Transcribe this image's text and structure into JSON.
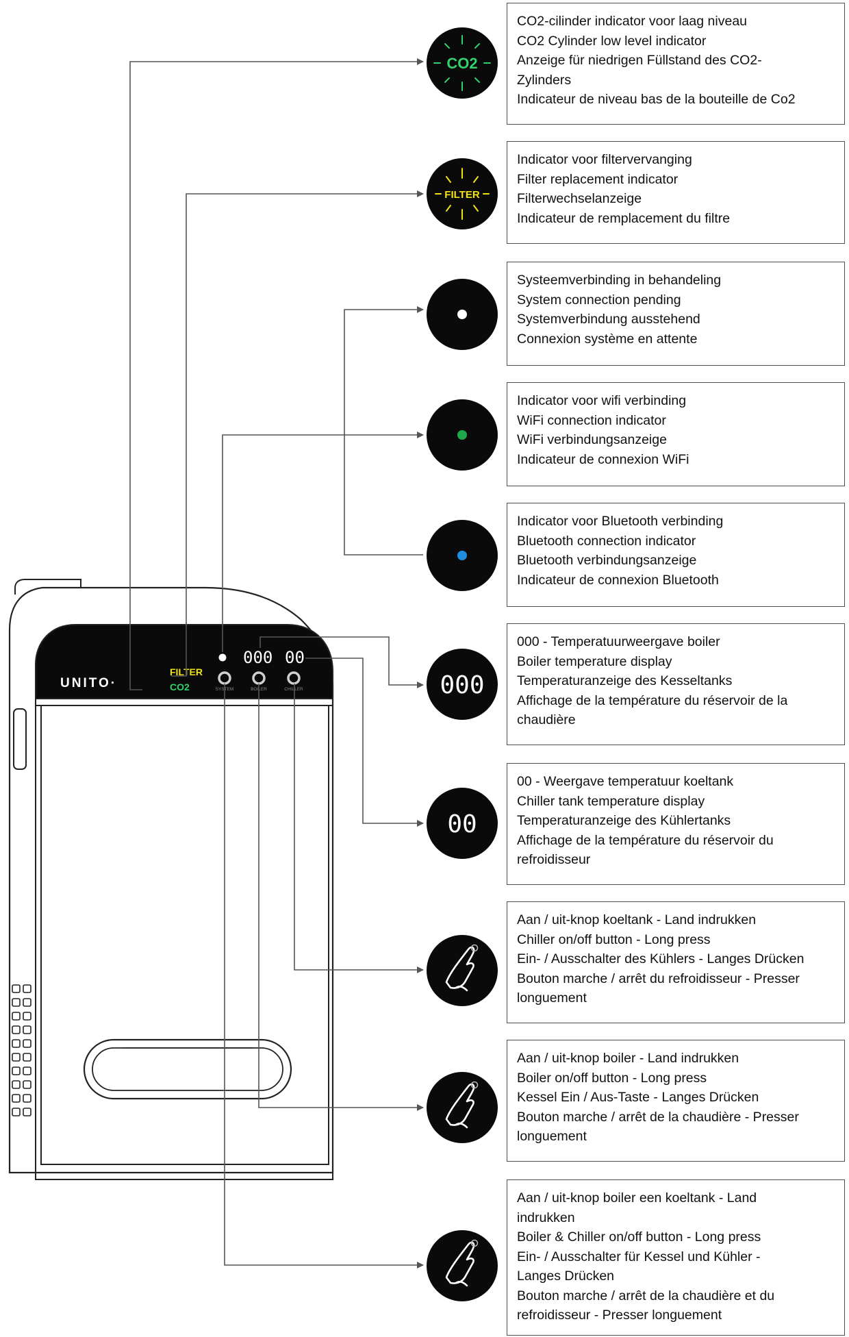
{
  "device": {
    "brand": "UNITO·",
    "status_labels": {
      "filter": "FILTER",
      "co2": "CO2"
    },
    "display": {
      "boiler": "000",
      "chiller": "00"
    },
    "buttons": [
      {
        "label": "SYSTEM"
      },
      {
        "label": "BOILER"
      },
      {
        "label": "CHILLER"
      }
    ]
  },
  "icons": {
    "co2_label": "CO2",
    "filter_label": "FILTER",
    "boiler_display": "000",
    "chiller_display": "00"
  },
  "colors": {
    "co2_green": "#33d16b",
    "filter_yellow": "#f1e40f",
    "wifi_green": "#1fa84a",
    "bluetooth_blue": "#1e8fe0",
    "system_white": "#ffffff",
    "panel_black": "#0a0a0a"
  },
  "callouts": [
    {
      "icon": "co2-low-level-icon",
      "lines": [
        "CO2-cilinder indicator voor laag niveau",
        "CO2 Cylinder low level indicator",
        "Anzeige für niedrigen Füllstand des CO2-",
        "Zylinders",
        "Indicateur de niveau bas de la bouteille de Co2"
      ]
    },
    {
      "icon": "filter-replacement-icon",
      "lines": [
        "Indicator voor filtervervanging",
        "Filter replacement indicator",
        "Filterwechselanzeige",
        "Indicateur de remplacement du filtre"
      ]
    },
    {
      "icon": "system-connection-icon",
      "lines": [
        "Systeemverbinding in behandeling",
        "System connection pending",
        "Systemverbindung ausstehend",
        "Connexion système en attente"
      ]
    },
    {
      "icon": "wifi-indicator-icon",
      "lines": [
        "Indicator voor wifi verbinding",
        "WiFi connection indicator",
        "WiFi verbindungsanzeige",
        "Indicateur de connexion WiFi"
      ]
    },
    {
      "icon": "bluetooth-indicator-icon",
      "lines": [
        "Indicator voor Bluetooth verbinding",
        "Bluetooth connection indicator",
        "Bluetooth verbindungsanzeige",
        "Indicateur de connexion Bluetooth"
      ]
    },
    {
      "icon": "boiler-display-icon",
      "lines": [
        "000 - Temperatuurweergave boiler",
        "Boiler temperature display",
        "Temperaturanzeige des Kesseltanks",
        "Affichage de la température du réservoir de la",
        "chaudière"
      ]
    },
    {
      "icon": "chiller-display-icon",
      "lines": [
        "00 - Weergave temperatuur koeltank",
        "Chiller tank temperature display",
        "Temperaturanzeige des Kühlertanks",
        "Affichage de la température du réservoir du",
        "refroidisseur"
      ]
    },
    {
      "icon": "finger-press-icon",
      "lines": [
        "Aan / uit-knop koeltank - Land indrukken",
        "Chiller on/off button - Long press",
        "Ein- / Ausschalter des Kühlers - Langes Drücken",
        "Bouton marche / arrêt du refroidisseur - Presser",
        "longuement"
      ]
    },
    {
      "icon": "finger-press-icon",
      "lines": [
        "Aan / uit-knop boiler - Land indrukken",
        "Boiler on/off button - Long press",
        "Kessel Ein / Aus-Taste - Langes Drücken",
        "Bouton marche / arrêt de la chaudière - Presser",
        "longuement"
      ]
    },
    {
      "icon": "finger-press-icon",
      "lines": [
        "Aan / uit-knop boiler een koeltank - Land",
        "indrukken",
        "Boiler & Chiller on/off button - Long press",
        "Ein- / Ausschalter für Kessel und Kühler -",
        "Langes Drücken",
        "Bouton marche / arrêt de la chaudière et du",
        "refroidisseur - Presser longuement"
      ]
    }
  ]
}
